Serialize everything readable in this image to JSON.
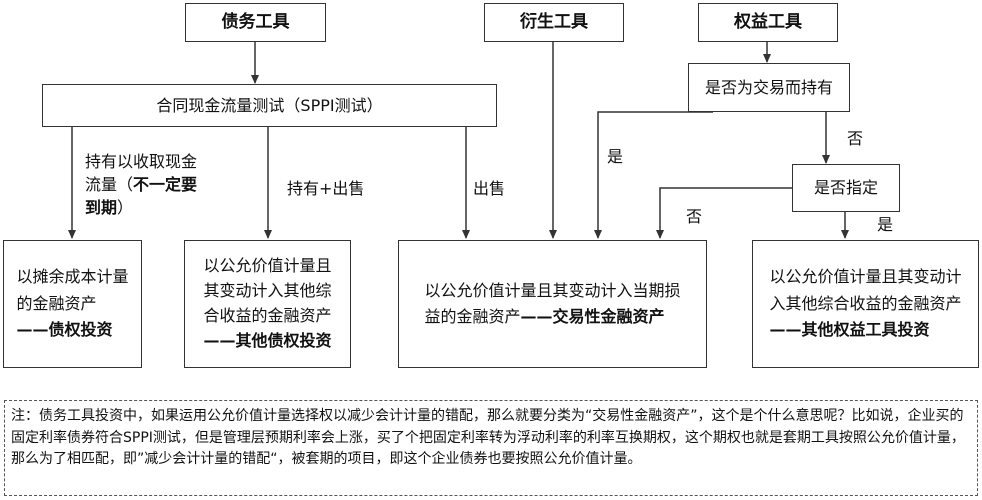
{
  "headers": {
    "debt": "债务工具",
    "derivative": "衍生工具",
    "equity": "权益工具"
  },
  "nodes": {
    "sppi": "合同现金流量测试（SPPI测试）",
    "held_for_trading": "是否为交易而持有",
    "designated": "是否指定"
  },
  "edge_labels": {
    "hold_collect_line1": "持有以收取现金",
    "hold_collect_line2_pre": "流量（",
    "hold_collect_line2_bold": "不一定要",
    "hold_collect_line3_bold": "到期",
    "hold_collect_line3_post": "）",
    "hold_and_sell": "持有+出售",
    "sell": "出售",
    "yes_trading": "是",
    "no_trading": "否",
    "no_designated": "否",
    "yes_designated": "是"
  },
  "results": {
    "amortized": {
      "line1": "以摊余成本计量",
      "line2": "的金融资产",
      "line3": "——债权投资"
    },
    "fvoci_debt": {
      "line1": "以公允价值计量且",
      "line2": "其变动计入其他综",
      "line3": "合收益的金融资产",
      "line4": "——其他债权投资"
    },
    "fvtpl": {
      "line1": "以公允价值计量且其变动计入当期损",
      "line2_pre": "益的金融资产",
      "line2_bold": "——交易性金融资产"
    },
    "fvoci_equity": {
      "line1": "以公允价值计量且其变动计",
      "line2": "入其他综合收益的金融资产",
      "line3": "——其他权益工具投资"
    }
  },
  "note": "注：债务工具投资中，如果运用公允价值计量选择权以减少会计计量的错配，那么就要分类为“交易性金融资产”，这个是个什么意思呢？比如说，企业买的固定利率债券符合SPPI测试，但是管理层预期利率会上涨，买了个把固定利率转为浮动利率的利率互换期权，这个期权也就是套期工具按照公允价值计量，那么为了相匹配，即”减少会计计量的错配“，被套期的项目，即这个企业债券也要按照公允价值计量。"
}
